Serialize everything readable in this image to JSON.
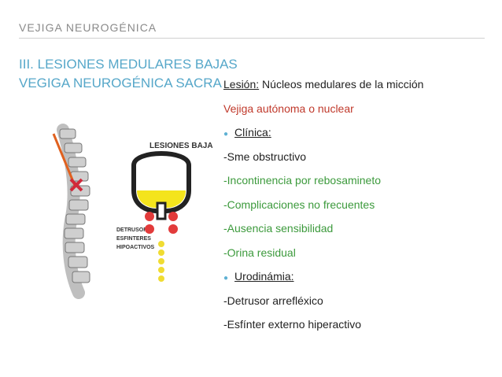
{
  "header": {
    "title": "VEJIGA NEUROGÉNICA"
  },
  "headings": {
    "line1": "III. LESIONES MEDULARES BAJAS",
    "line2": "VEGIGA NEUROGÉNICA SACRA"
  },
  "illustration": {
    "caption_top": "LESIONES BAJAS",
    "caption_side": [
      "DETRUSOR Y",
      "ESFINTERES",
      "HIPOACTIVOS"
    ],
    "colors": {
      "bladder": "#f4e41c",
      "red": "#e23b3b",
      "yellow_dot": "#f0dc32",
      "spine_line": "#e0611f"
    }
  },
  "content": {
    "lesion_label": "Lesión:",
    "lesion_text": " Núcleos medulares de la micción",
    "lesion_type": "Vejiga autónoma o nuclear",
    "clinica_label": "Clínica:",
    "clinica_items": [
      "-Sme obstructivo",
      "-Incontinencia por rebosamineto",
      "-Complicaciones no frecuentes",
      "-Ausencia sensibilidad",
      "-Orina residual"
    ],
    "uro_label": "Urodinámia:",
    "uro_items": [
      "-Detrusor arrefléxico",
      "-Esfínter externo hiperactivo"
    ],
    "colors": {
      "accent": "#56a7c9",
      "red": "#c0392b",
      "green": "#3c9a3c"
    }
  }
}
